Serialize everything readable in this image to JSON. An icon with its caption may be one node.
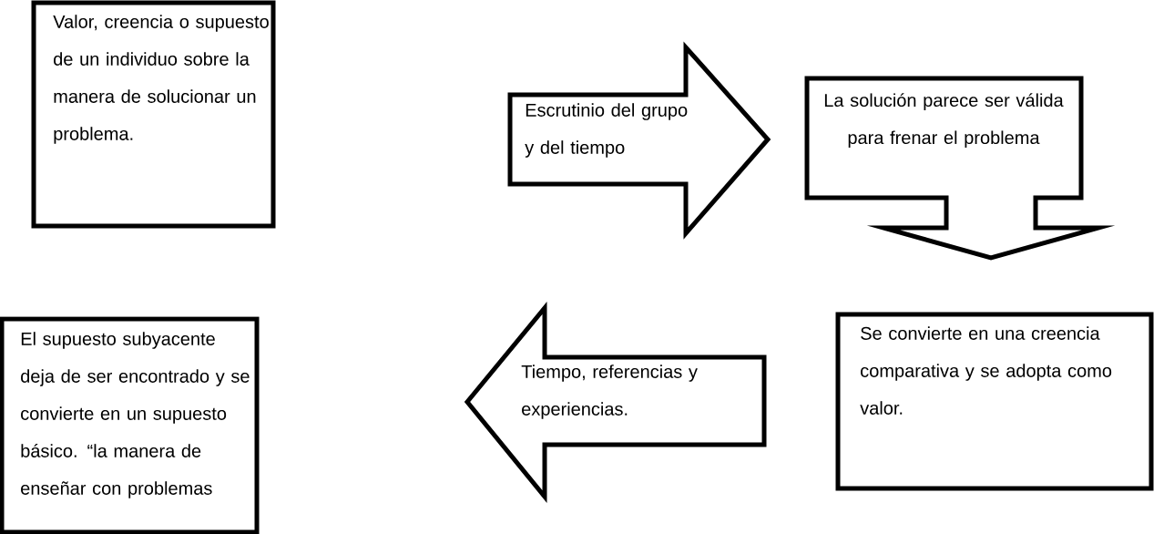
{
  "diagram": {
    "nodes": [
      {
        "text": [
          "Valor, creencia o supuesto de un individuo sobre la manera de solucionar un problema."
        ]
      },
      {
        "text": [
          "Escrutinio del grupo y del tiempo"
        ]
      },
      {
        "text": [
          "La solución parece ser válida para frenar el problema"
        ]
      },
      {
        "text": [
          "Se convierte en una creencia comparativa y se adopta como valor."
        ]
      },
      {
        "text": [
          "Tiempo, referencias y experiencias."
        ]
      },
      {
        "text": [
          "El supuesto subyacente deja de ser encontrado y se convierte en un supuesto básico. “la manera de enseñar con problemas"
        ]
      }
    ]
  }
}
